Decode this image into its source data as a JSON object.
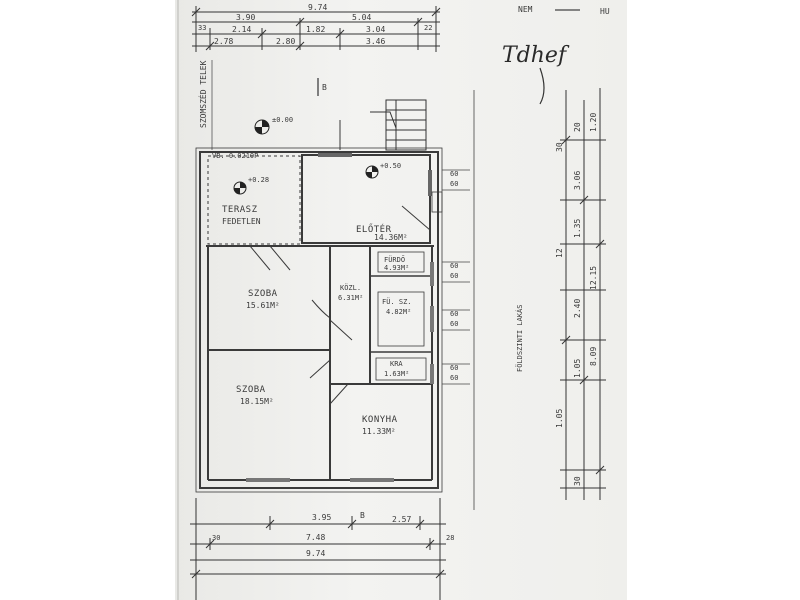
{
  "dims_top": {
    "total": "9.74",
    "row1": [
      "3.90",
      "5.04"
    ],
    "row2": [
      "2.14",
      "1.82",
      "3.04"
    ],
    "row3": [
      "2.78",
      "2.80",
      "3.46"
    ],
    "edge_left": "33",
    "edge_right": "22"
  },
  "north_marker": "B",
  "signature": "Tdhef",
  "top_right_marks": [
    "NEM",
    "HU"
  ],
  "side_vertical_label": "SZOMSZÉD TELEK",
  "elevations": {
    "entry": "±0.00",
    "room1": "+0.28",
    "room2": "+0.50"
  },
  "vb_label": "VB. 0.0210P",
  "rooms": {
    "terasz": {
      "name": "TERASZ",
      "area": "FEDETLEN"
    },
    "eloter": {
      "name": "ELŐTÉR",
      "area": "14.36M²"
    },
    "furdo": {
      "name": "FÜRDŐ",
      "area": "4.93M²"
    },
    "szoba1": {
      "name": "SZOBA",
      "area": "15.61M²"
    },
    "kozl": {
      "name": "KÖZL.",
      "area": "6.31M²"
    },
    "furdo2": {
      "name": "FÜ. SZ.",
      "area": "4.82M²"
    },
    "kamra": {
      "name": "KRA",
      "area": "1.63M²"
    },
    "szoba2": {
      "name": "SZOBA",
      "area": "18.15M²"
    },
    "konyha": {
      "name": "KONYHA",
      "area": "11.33M²"
    }
  },
  "window_marks": [
    "60",
    "60",
    "60",
    "60",
    "60",
    "60",
    "60",
    "60"
  ],
  "plan_title": "FÖLDSZINTI LAKÁS",
  "right_dims": {
    "top": [
      "20",
      "1.20",
      "30"
    ],
    "mid": [
      "3.06",
      "1.35",
      "12"
    ],
    "lower": [
      "2.40",
      "1.05",
      "12.15"
    ],
    "bottom": [
      "1.05",
      "30"
    ],
    "extra": [
      "8.09"
    ]
  },
  "dims_bottom": {
    "row1": [
      "3.95",
      "2.57"
    ],
    "marker": "B",
    "row2": "7.48",
    "total": "9.74",
    "edge_left": "30",
    "edge_right": "28"
  }
}
